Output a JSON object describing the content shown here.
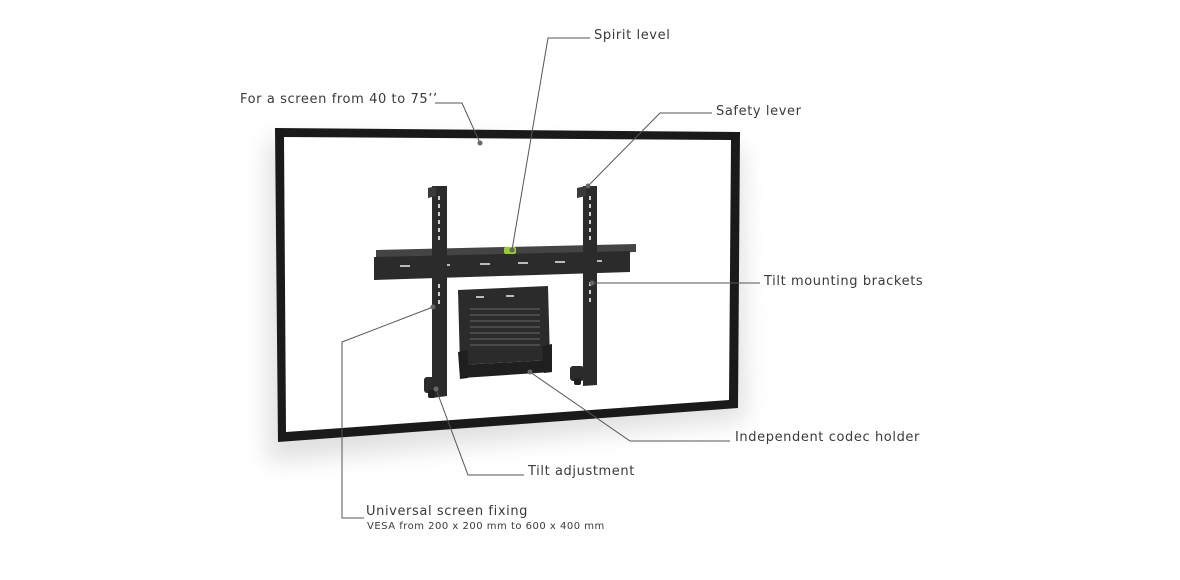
{
  "callouts": {
    "screen_size": "For a screen from 40 to 75’’",
    "spirit_level": "Spirit level",
    "safety_lever": "Safety lever",
    "tilt_brackets": "Tilt mounting brackets",
    "codec_holder": "Independent codec holder",
    "tilt_adjustment": "Tilt adjustment",
    "universal_fixing": "Universal screen fixing",
    "vesa_range": "VESA from 200 x 200 mm to 600 x 400 mm"
  },
  "colors": {
    "frame": "#1a1a1a",
    "mount": "#2b2b2b",
    "leader": "#555555",
    "bubble": "#9acd32"
  }
}
